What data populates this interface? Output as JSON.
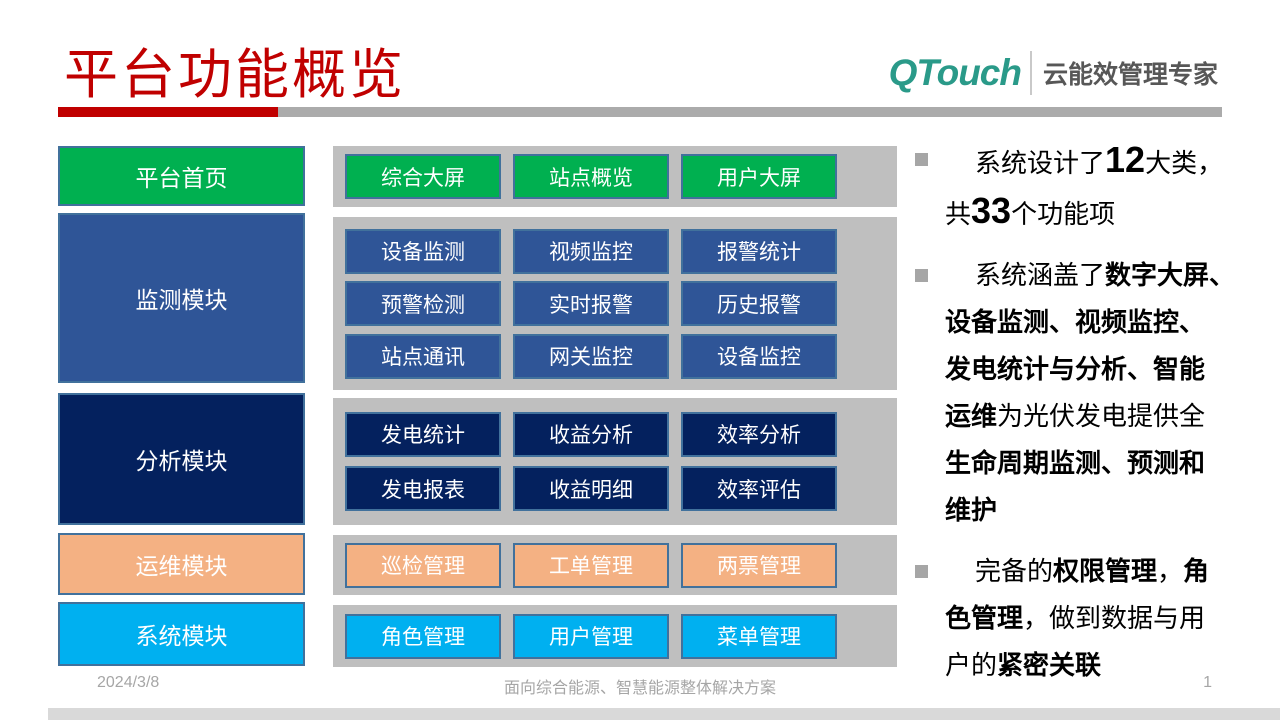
{
  "title": "平台功能概览",
  "brand": {
    "name": "QTouch",
    "tagline": "云能效管理专家"
  },
  "modules": [
    {
      "id": "home",
      "label": "平台首页",
      "color": "green"
    },
    {
      "id": "monitor",
      "label": "监测模块",
      "color": "blue"
    },
    {
      "id": "analysis",
      "label": "分析模块",
      "color": "navy"
    },
    {
      "id": "ops",
      "label": "运维模块",
      "color": "orange"
    },
    {
      "id": "system",
      "label": "系统模块",
      "color": "cyan"
    }
  ],
  "function_groups": [
    {
      "module": "平台首页",
      "color": "green",
      "rows": [
        [
          "综合大屏",
          "站点概览",
          "用户大屏"
        ]
      ]
    },
    {
      "module": "监测模块",
      "color": "blue",
      "rows": [
        [
          "设备监测",
          "视频监控",
          "报警统计"
        ],
        [
          "预警检测",
          "实时报警",
          "历史报警"
        ],
        [
          "站点通讯",
          "网关监控",
          "设备监控"
        ]
      ]
    },
    {
      "module": "分析模块",
      "color": "navy",
      "rows": [
        [
          "发电统计",
          "收益分析",
          "效率分析"
        ],
        [
          "发电报表",
          "收益明细",
          "效率评估"
        ]
      ]
    },
    {
      "module": "运维模块",
      "color": "orange",
      "rows": [
        [
          "巡检管理",
          "工单管理",
          "两票管理"
        ]
      ]
    },
    {
      "module": "系统模块",
      "color": "cyan",
      "rows": [
        [
          "角色管理",
          "用户管理",
          "菜单管理"
        ]
      ]
    }
  ],
  "bullets": [
    {
      "segments": [
        {
          "text": "系统设计了",
          "style": "normal"
        },
        {
          "text": "12",
          "style": "big"
        },
        {
          "text": "大类，\n共",
          "style": "normal"
        },
        {
          "text": "33",
          "style": "big"
        },
        {
          "text": "个功能项",
          "style": "normal"
        }
      ]
    },
    {
      "segments": [
        {
          "text": "系统涵盖了",
          "style": "normal"
        },
        {
          "text": "数字大屏、\n设备监测、视频监控、\n发电统计与分析、智能\n运维",
          "style": "bold"
        },
        {
          "text": "为光伏发电提供全\n",
          "style": "normal"
        },
        {
          "text": "生命周期监测、预测和\n维护",
          "style": "bold"
        }
      ]
    },
    {
      "segments": [
        {
          "text": "完备的",
          "style": "normal"
        },
        {
          "text": "权限管理",
          "style": "bold"
        },
        {
          "text": "，",
          "style": "normal"
        },
        {
          "text": "角\n色管理",
          "style": "bold"
        },
        {
          "text": "，做到数据与用\n户的",
          "style": "normal"
        },
        {
          "text": "紧密关联",
          "style": "bold"
        }
      ]
    }
  ],
  "footer": {
    "date": "2024/3/8",
    "center": "面向综合能源、智慧能源整体解决方案",
    "page_number": "1"
  },
  "colors": {
    "accent_red": "#C00000",
    "green": "#00B050",
    "blue": "#2F5597",
    "navy": "#04215E",
    "orange": "#F4B183",
    "cyan": "#00B0F0",
    "panel_gray": "#BFBFBF",
    "button_border": "#41719C",
    "brand_teal": "#2A9A89"
  }
}
